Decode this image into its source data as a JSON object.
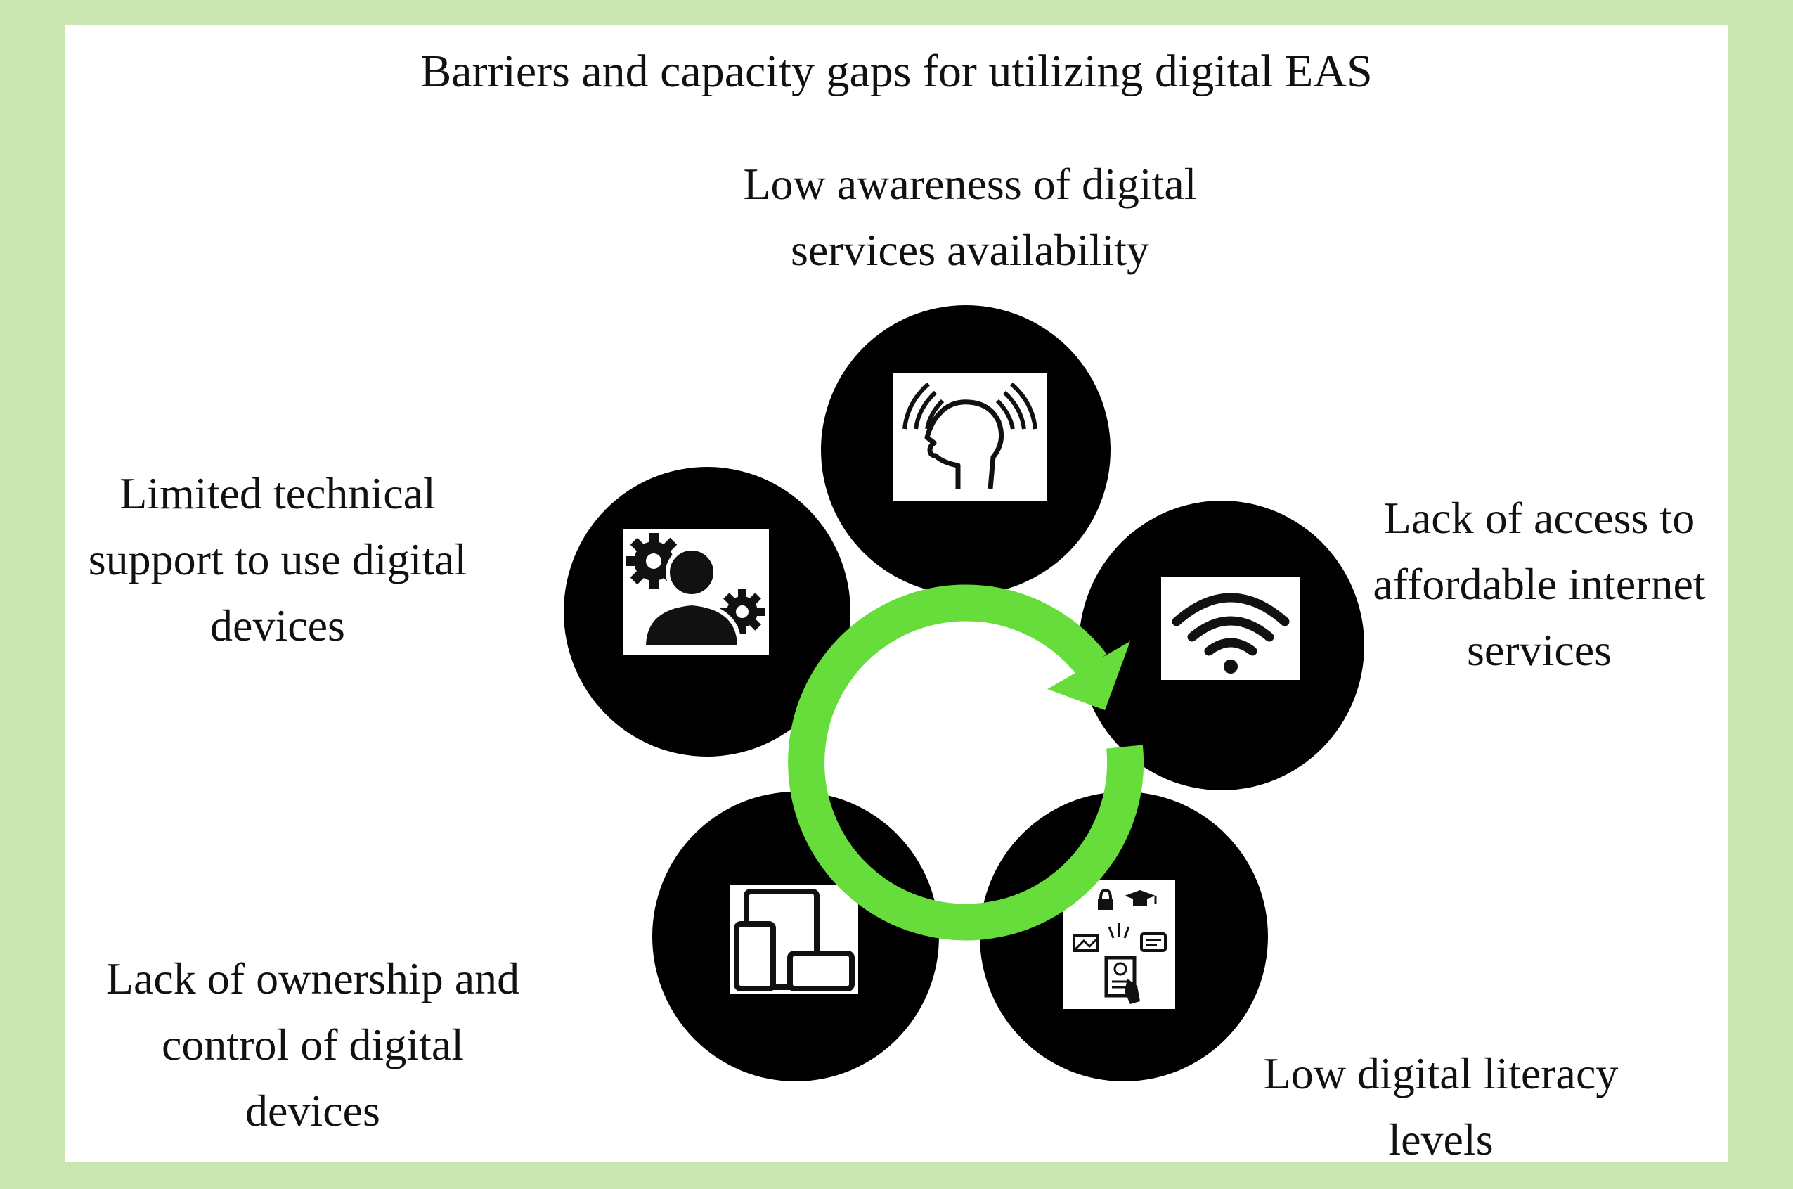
{
  "title": "Barriers and capacity gaps for utilizing digital EAS",
  "barriers": [
    {
      "lines": [
        "Low awareness of digital",
        "services availability"
      ],
      "icon": "head-signal-icon"
    },
    {
      "lines": [
        "Lack of access to",
        "affordable internet",
        "services"
      ],
      "icon": "wifi-icon"
    },
    {
      "lines": [
        "Low digital literacy",
        "levels"
      ],
      "icon": "digital-skills-icon"
    },
    {
      "lines": [
        "Lack of ownership and",
        "control of digital",
        "devices"
      ],
      "icon": "devices-icon"
    },
    {
      "lines": [
        "Limited technical",
        "support to use digital",
        "devices"
      ],
      "icon": "user-gears-icon"
    }
  ],
  "colors": {
    "background": "#cbe6b0",
    "panel": "#ffffff",
    "node": "#000000",
    "cycle_arrow": "#66dd3a"
  }
}
